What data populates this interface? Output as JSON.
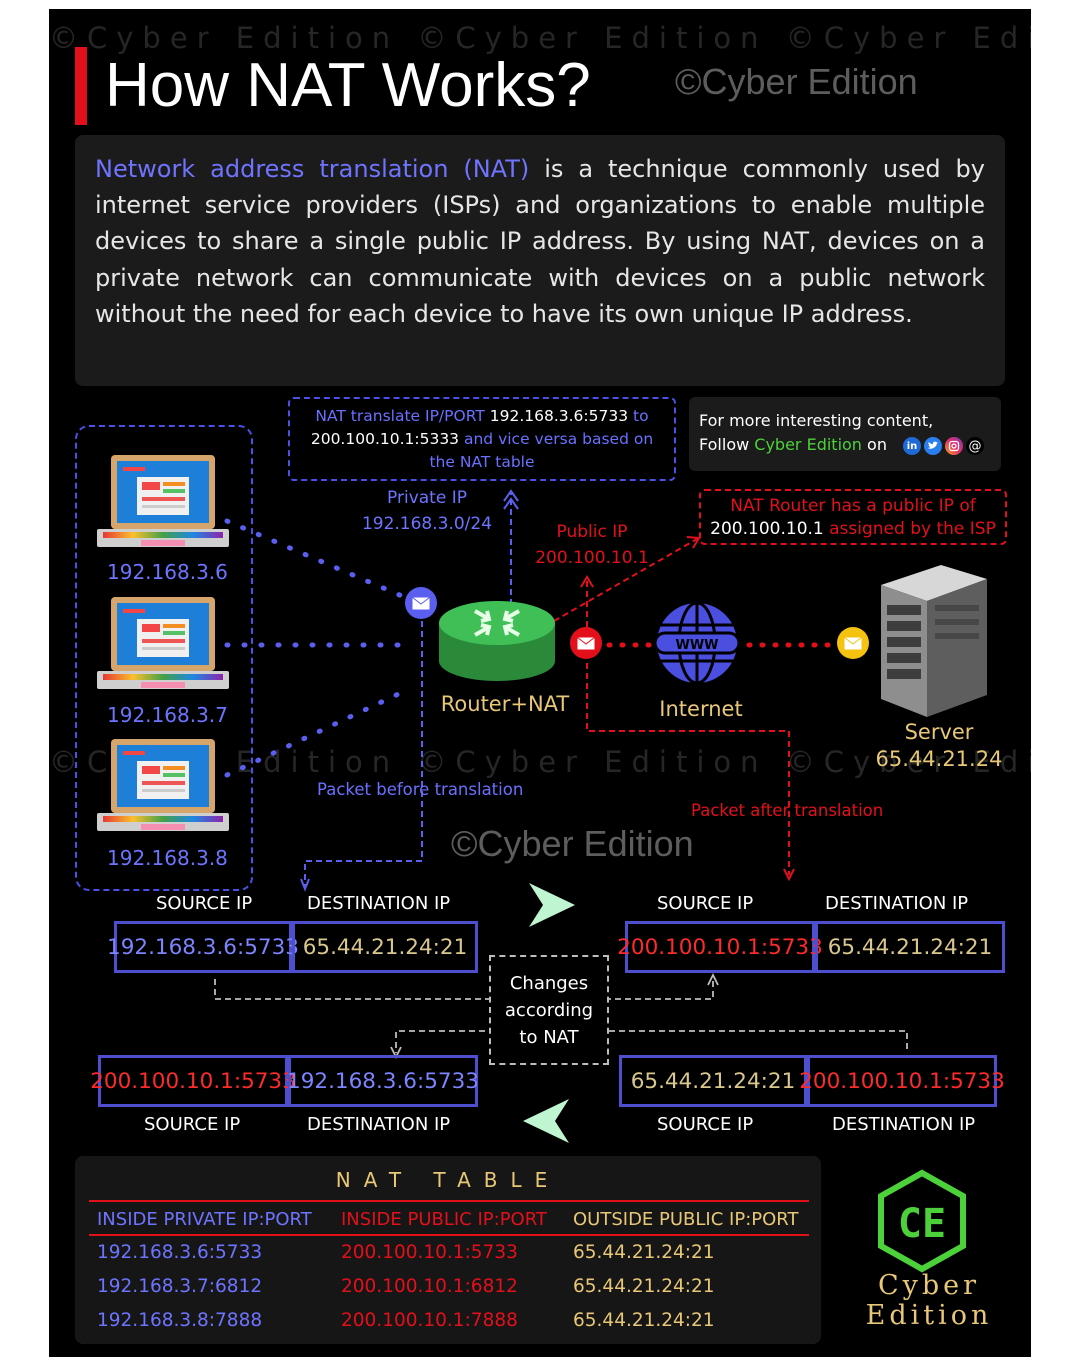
{
  "watermark": "©Cyber Edition",
  "title": "How NAT Works?",
  "title_watermark": "©Cyber Edition",
  "intro": {
    "term": "Network address translation (NAT)",
    "text": " is a technique commonly used by internet service providers (ISPs) and organizations to enable multiple devices to share a single public IP address. By using NAT, devices on a private network can communicate with devices on a public network without the need for each device to have its own unique IP address."
  },
  "nat_note": {
    "part1": "NAT translate IP/PORT ",
    "ip1": "192.168.3.6:5733",
    "part2": " to ",
    "ip2": "200.100.10.1:5333",
    "part3": " and vice versa based on the NAT table"
  },
  "follow": {
    "line1": "For more interesting content,",
    "prefix": "Follow ",
    "brand": "Cyber Edition",
    "suffix": " on"
  },
  "social_icons": [
    "linkedin-icon",
    "twitter-icon",
    "instagram-icon",
    "threads-icon"
  ],
  "devices": [
    {
      "ip": "192.168.3.6"
    },
    {
      "ip": "192.168.3.7"
    },
    {
      "ip": "192.168.3.8"
    }
  ],
  "private_ip": {
    "label": "Private IP",
    "value": "192.168.3.0/24"
  },
  "public_ip": {
    "label": "Public IP",
    "value": "200.100.10.1"
  },
  "isp_note": {
    "part1": "NAT Router has a public IP of",
    "ip": "200.100.10.1",
    "part2": " assigned by the ISP"
  },
  "router_label": "Router+NAT",
  "internet_label": "Internet",
  "www": "WWW",
  "server": {
    "label": "Server",
    "ip": "65.44.21.24"
  },
  "packet_before": "Packet before translation",
  "packet_after": "Packet after translation",
  "center_watermark": "©Cyber Edition",
  "headers": {
    "source": "SOURCE IP",
    "destination": "DESTINATION IP"
  },
  "packets": {
    "outgoing_before": {
      "source": "192.168.3.6:5733",
      "destination": "65.44.21.24:21"
    },
    "outgoing_after": {
      "source": "200.100.10.1:5733",
      "destination": "65.44.21.24:21"
    },
    "return_before": {
      "source": "65.44.21.24:21",
      "destination": "200.100.10.1:5733"
    },
    "return_after": {
      "source": "200.100.10.1:5733",
      "destination": "192.168.3.6:5733"
    }
  },
  "changes_note": "Changes according to NAT",
  "nat_table": {
    "title": "NAT TABLE",
    "columns": [
      "INSIDE PRIVATE IP:PORT",
      "INSIDE PUBLIC IP:PORT",
      "OUTSIDE PUBLIC IP:PORT"
    ],
    "rows": [
      [
        "192.168.3.6:5733",
        "200.100.10.1:5733",
        "65.44.21.24:21"
      ],
      [
        "192.168.3.7:6812",
        "200.100.10.1:6812",
        "65.44.21.24:21"
      ],
      [
        "192.168.3.8:7888",
        "200.100.10.1:7888",
        "65.44.21.24:21"
      ]
    ]
  },
  "logo": {
    "mark": "CE",
    "line1": "Cyber",
    "line2": "Edition"
  },
  "colors": {
    "accent_red": "#e3101b",
    "accent_blue": "#4e4fcf",
    "accent_green": "#4cd13a",
    "gold": "#e8c777"
  }
}
